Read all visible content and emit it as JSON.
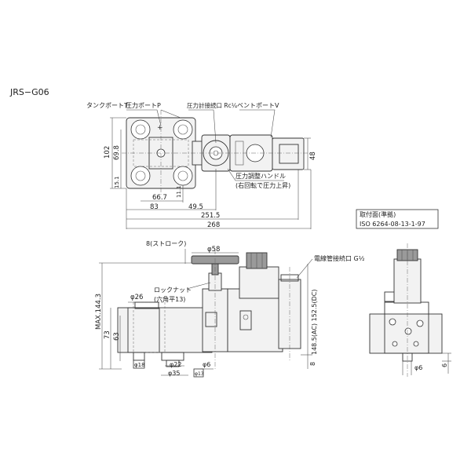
{
  "model": "JRS−G06",
  "top_view": {
    "label_tank_port": "タンクポートT",
    "label_pressure_port": "圧力ポートP",
    "label_gauge_port": "圧力計接続口 Rc¼",
    "label_vent_port": "ベントポートV",
    "label_handle_1": "圧力調整ハンドル",
    "label_handle_2": "(右回転で圧力上昇)",
    "dim_102": "102",
    "dim_69_8": "69.8",
    "dim_15_1": "15.1",
    "dim_11_1": "11.1",
    "dim_48": "48",
    "dim_66_7": "66.7",
    "dim_83": "83",
    "dim_49_5": "49.5",
    "dim_251_5": "251.5",
    "dim_268": "268",
    "center_mark": "+"
  },
  "mounting_note": {
    "line1": "取付面(準拠)",
    "line2": "ISO 6264-08-13-1-97"
  },
  "front_view": {
    "label_stroke": "8(ストローク)",
    "dim_phi58": "φ58",
    "label_locknut_1": "ロックナット",
    "label_locknut_2": "(六角平13)",
    "dim_phi26": "φ26",
    "dim_max144_3": "MAX.144.3",
    "dim_73": "73",
    "dim_63": "63",
    "dim_phi18": "φ18",
    "dim_phi22": "φ22",
    "dim_phi6": "φ6",
    "dim_phi35": "φ35",
    "dim_phi13": "φ13",
    "label_conduit": "電線管接続口 G½",
    "dim_148_152": "148.5(AC) 152.5(DC)",
    "dim_8": "8"
  },
  "side_view": {
    "dim_phi6": "φ6",
    "dim_6": "6"
  }
}
